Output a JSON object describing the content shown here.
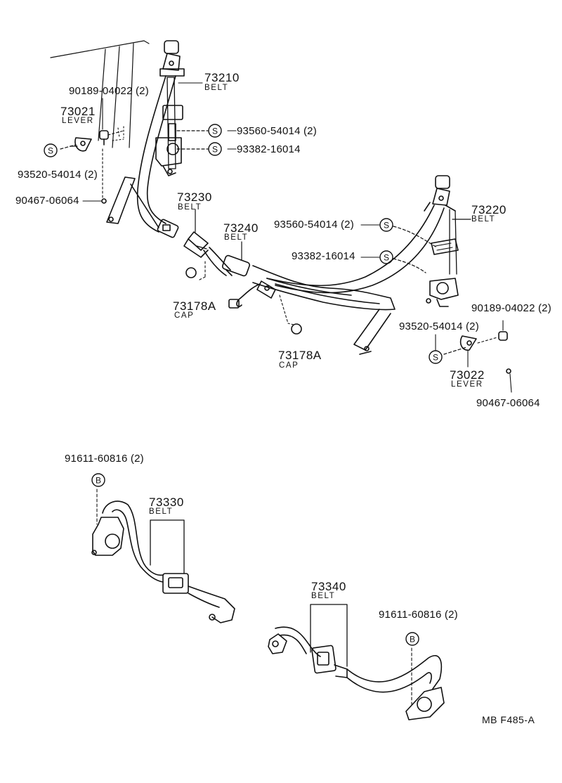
{
  "diagram": {
    "code": "MB  F485-A",
    "front_left": {
      "belt_no": "73210",
      "belt_name": "BELT",
      "lever_no": "73021",
      "lever_name": "LEVER",
      "p_nut_upper": "90189-04022 (2)",
      "p_bolt_a": "93560-54014 (2)",
      "p_screw": "93382-16014",
      "p_bolt_b": "93520-54014 (2)",
      "p_clip": "90467-06064",
      "buckle_no": "73230",
      "buckle_name": "BELT",
      "cap_no": "73178A",
      "cap_name": "CAP"
    },
    "center": {
      "belt_no": "73240",
      "belt_name": "BELT",
      "cap_no": "73178A",
      "cap_name": "CAP"
    },
    "front_right": {
      "belt_no": "73220",
      "belt_name": "BELT",
      "p_bolt_a": "93560-54014 (2)",
      "p_screw": "93382-16014",
      "p_nut": "90189-04022 (2)",
      "p_bolt_b": "93520-54014 (2)",
      "lever_no": "73022",
      "lever_name": "LEVER",
      "p_clip": "90467-06064"
    },
    "rear_left": {
      "p_bolt": "91611-60816 (2)",
      "belt_no": "73330",
      "belt_name": "BELT"
    },
    "rear_right": {
      "belt_no": "73340",
      "belt_name": "BELT",
      "p_bolt": "91611-60816 (2)"
    },
    "marks": {
      "s": "S",
      "b": "B"
    },
    "colors": {
      "ink": "#111111",
      "paper": "#ffffff"
    }
  }
}
